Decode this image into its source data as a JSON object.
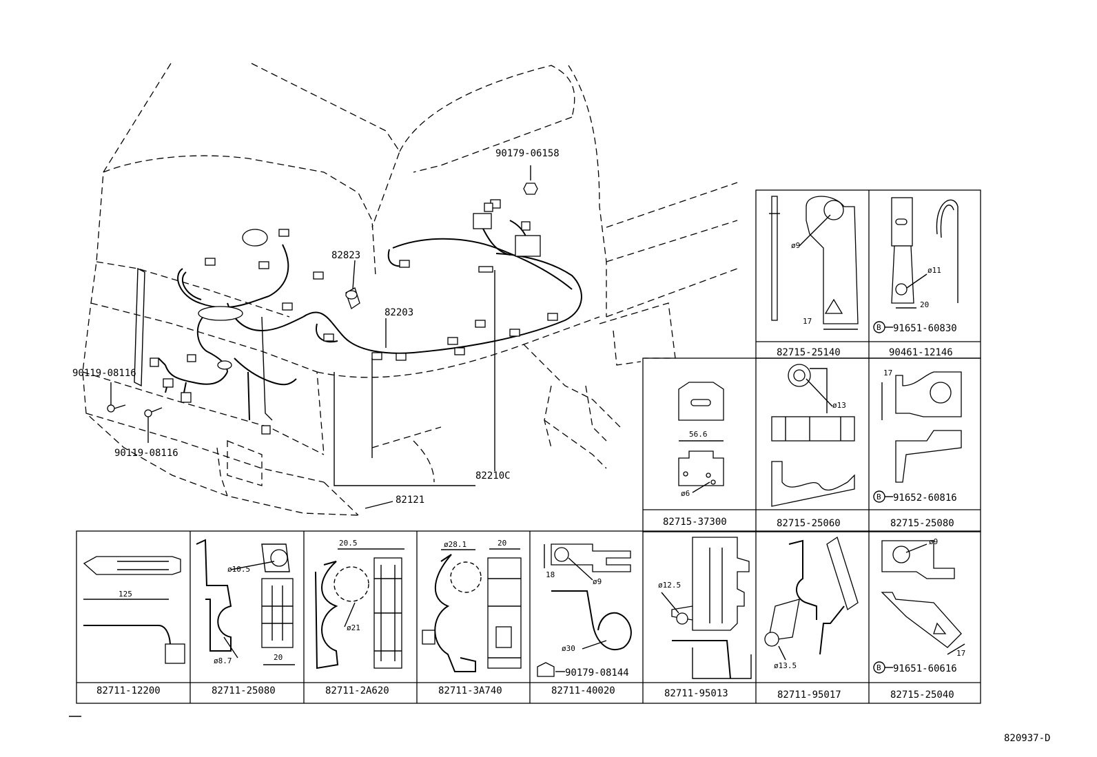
{
  "main_labels": {
    "p1": "90179-06158",
    "p2": "82823",
    "p3": "82203",
    "p4": "90119-08116",
    "p5": "90119-08116",
    "p6": "82210C",
    "p7": "82121"
  },
  "panels": [
    {
      "part": "82715-25140",
      "dims": [
        "ø9",
        "17"
      ]
    },
    {
      "part": "90461-12146",
      "dims": [
        "ø11",
        "20"
      ],
      "sub": "91651-60830"
    },
    {
      "part": "82715-37300",
      "dims": [
        "56.6",
        "ø6"
      ]
    },
    {
      "part": "82715-25060",
      "dims": [
        "ø13"
      ]
    },
    {
      "part": "82715-25080",
      "dims": [
        "17"
      ],
      "sub": "91652-60816"
    },
    {
      "part": "82711-12200",
      "dims": [
        "125"
      ]
    },
    {
      "part": "82711-25080",
      "dims": [
        "ø10.5",
        "ø8.7",
        "20"
      ]
    },
    {
      "part": "82711-2A620",
      "dims": [
        "20.5",
        "ø21"
      ]
    },
    {
      "part": "82711-3A740",
      "dims": [
        "ø28.1",
        "20"
      ]
    },
    {
      "part": "82711-40020",
      "dims": [
        "18",
        "ø9",
        "ø30"
      ],
      "sub": "90179-08144"
    },
    {
      "part": "82711-95013",
      "dims": [
        "ø12.5"
      ]
    },
    {
      "part": "82711-95017",
      "dims": [
        "ø13.5"
      ]
    },
    {
      "part": "82715-25040",
      "dims": [
        "ø9",
        "17"
      ],
      "sub": "91651-60616"
    }
  ],
  "b_marker": "B",
  "footer_code": "820937-D"
}
